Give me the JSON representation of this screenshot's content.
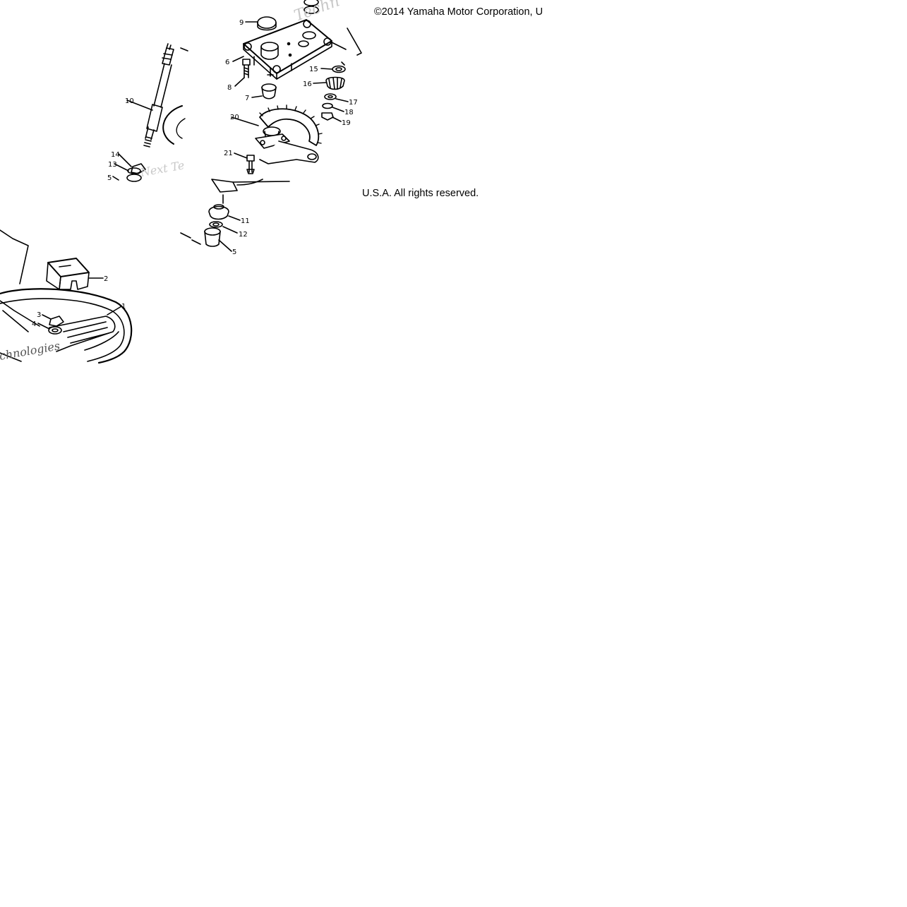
{
  "copyright": {
    "line1": "©2014 Yamaha Motor Corporation, U",
    "line2": "U.S.A. All rights reserved."
  },
  "watermark": {
    "text_a": "Next Te",
    "text_b": "Techn",
    "text_c": "chnologies"
  },
  "callouts": [
    "1",
    "2",
    "3",
    "4",
    "5",
    "5",
    "6",
    "7",
    "8",
    "9",
    "10",
    "11",
    "12",
    "13",
    "14",
    "15",
    "16",
    "17",
    "18",
    "19",
    "20",
    "21"
  ],
  "colors": {
    "line": "#000000",
    "watermark": "#c8c8c8",
    "background": "#ffffff"
  }
}
